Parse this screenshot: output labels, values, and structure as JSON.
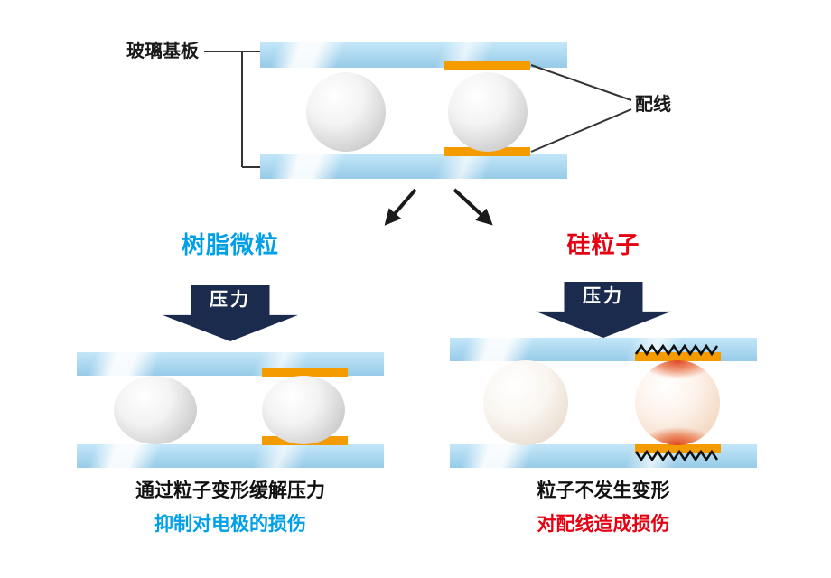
{
  "colors": {
    "glass_blue": "#a9dcf5",
    "electrode_orange": "#f49b00",
    "resin_text_cyan": "#00a0e9",
    "silica_text_red": "#e60012",
    "pressure_arrow_navy": "#1b2b4d"
  },
  "top_diagram": {
    "glass_substrate_label": "玻璃基板",
    "wiring_label": "配线"
  },
  "branches": {
    "resin_label": "树脂微粒",
    "silica_label": "硅粒子"
  },
  "pressure": {
    "label": "压力"
  },
  "resin_result": {
    "caption": "通过粒子变形缓解压力",
    "subcaption": "抑制对电极的损伤"
  },
  "silica_result": {
    "caption": "粒子不发生变形",
    "subcaption": "对配线造成损伤"
  }
}
